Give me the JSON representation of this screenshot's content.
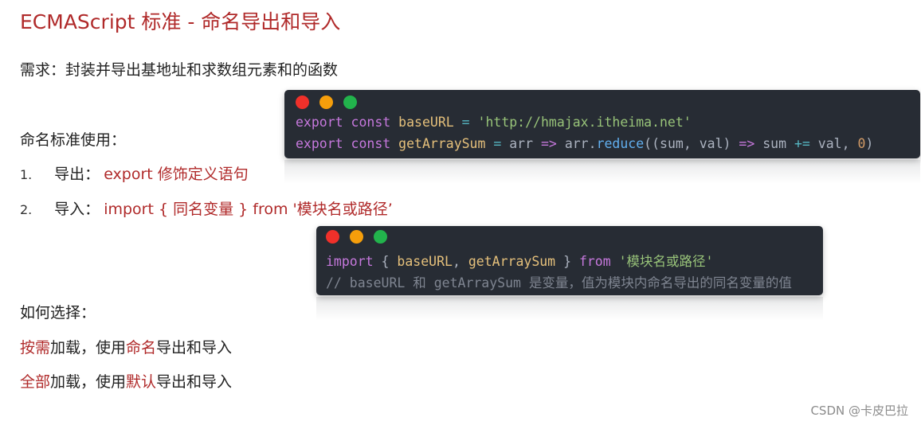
{
  "title": "ECMAScript 标准 - 命名导出和导入",
  "requirement": "需求：封装并导出基地址和求数组元素和的函数",
  "usage_heading": "命名标准使用：",
  "list": [
    {
      "num": "1.",
      "prefix": "导出：",
      "highlight": "export 修饰定义语句"
    },
    {
      "num": "2.",
      "prefix": "导入：",
      "highlight": "import { 同名变量 } from '模块名或路径’"
    }
  ],
  "choose_heading": "如何选择：",
  "choices": [
    {
      "red1": "按需",
      "text1": "加载，使用",
      "red2": "命名",
      "text2": "导出和导入"
    },
    {
      "red1": "全部",
      "text1": "加载，使用",
      "red2": "默认",
      "text2": "导出和导入"
    }
  ],
  "code1": {
    "line1": {
      "kw1": "export",
      "kw2": "const",
      "name": "baseURL",
      "op": "=",
      "str": "'http://hmajax.itheima.net'"
    },
    "line2": {
      "kw1": "export",
      "kw2": "const",
      "name": "getArraySum",
      "op": "=",
      "param": "arr",
      "arrow": "=>",
      "obj": "arr",
      "method": "reduce",
      "args_open": "((",
      "a1": "sum",
      "comma": ",",
      "a2": "val",
      "paren": ")",
      "arrow2": "=>",
      "sum": "sum",
      "plus_eq": "+=",
      "val": "val",
      "comma2": ",",
      "zero": "0",
      "close": ")"
    }
  },
  "code2": {
    "line1": {
      "kw": "import",
      "brace_open": "{",
      "n1": "baseURL",
      "comma": ",",
      "n2": "getArraySum",
      "brace_close": "}",
      "from": "from",
      "str": "'模块名或路径'"
    },
    "line2": "// baseURL 和 getArraySum 是变量，值为模块内命名导出的同名变量的值"
  },
  "watermark": "CSDN @卡皮巴拉",
  "colors": {
    "accent_red": "#b02a2a",
    "code_bg": "#272c34"
  }
}
